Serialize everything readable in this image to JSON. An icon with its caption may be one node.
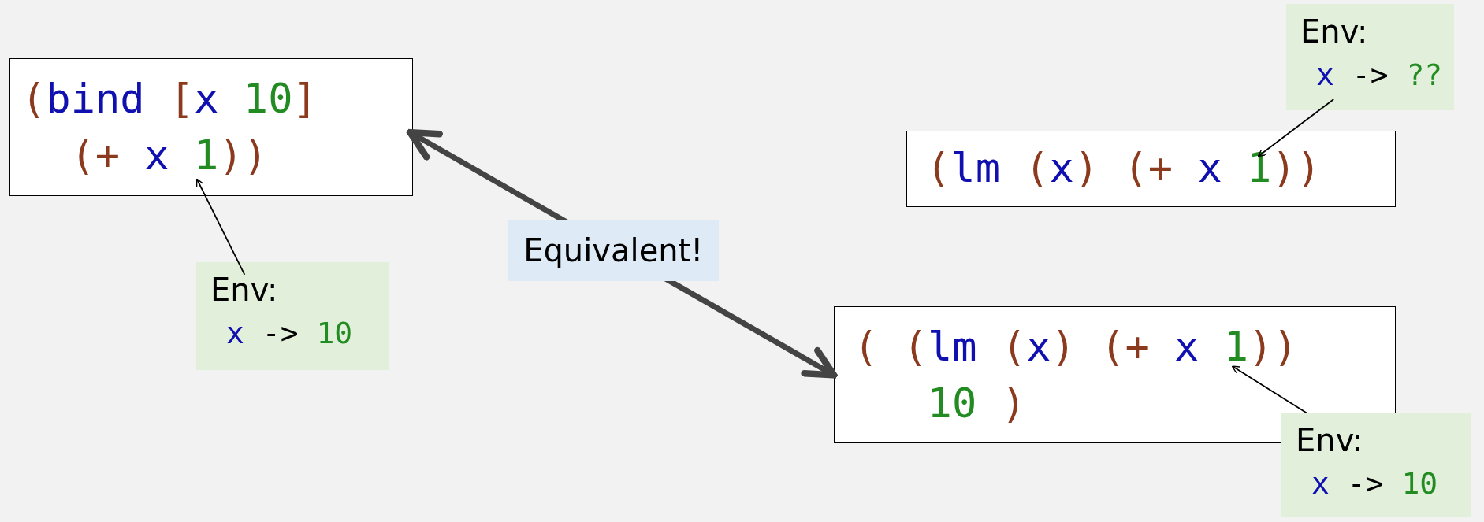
{
  "diagram": {
    "nodes": [
      {
        "text": [
          "(bind [x 10] (+ x 1))"
        ]
      },
      {
        "text": [
          "Env:",
          "x -> ??"
        ]
      },
      {
        "text": [
          "(lm (x) (+ x 1))"
        ]
      },
      {
        "text": [
          "Env:",
          "x -> 10"
        ]
      },
      {
        "text": [
          "( (lm (x) (+ x 1)) 10 )"
        ]
      },
      {
        "text": [
          "Env:",
          "x -> 10"
        ]
      }
    ],
    "edges": [
      {
        "from": 3,
        "to": 0,
        "arrow": "to"
      },
      {
        "from": 1,
        "to": 2,
        "arrow": "to"
      },
      {
        "from": 0,
        "to": 4,
        "arrow": "both",
        "label": "Equivalent!",
        "style": "thick",
        "color": "#444444"
      },
      {
        "from": 5,
        "to": 4,
        "arrow": "to"
      }
    ]
  }
}
